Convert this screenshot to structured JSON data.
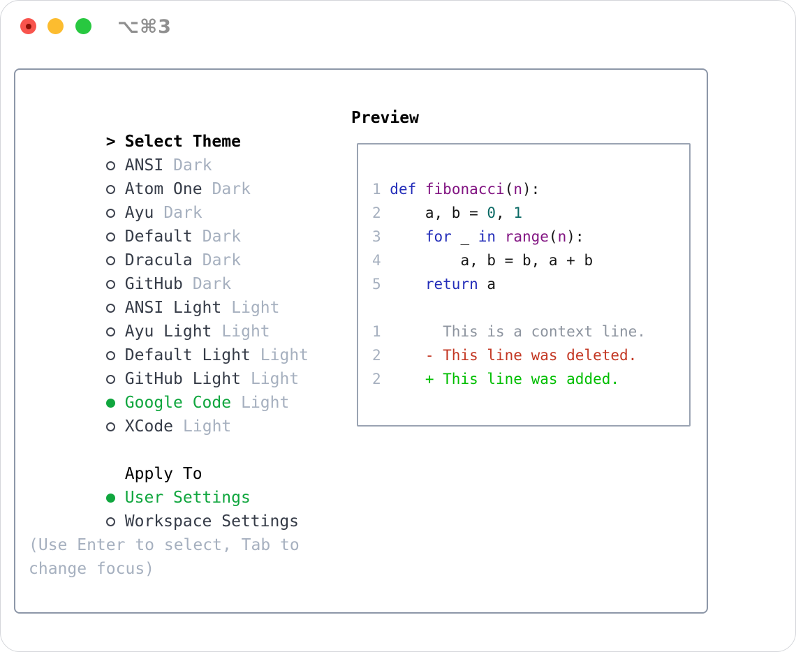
{
  "window": {
    "title": "⌥⌘3"
  },
  "colors": {
    "selection_green": "#10a63e",
    "added_green": "#00be00",
    "deleted_red": "#c33723",
    "keyword_blue": "#232db9",
    "function_purple": "#821482",
    "literal_teal": "#0a6964",
    "muted_gray": "#a6b0bf",
    "panel_border": "#8d97a8",
    "traffic_red": "#f8544d",
    "traffic_yellow": "#fcbc2f",
    "traffic_green": "#28c840"
  },
  "left_panel": {
    "header": {
      "marker": ">",
      "label": "Select Theme"
    },
    "themes": [
      {
        "name": "ANSI",
        "variant": "Dark",
        "selected": false
      },
      {
        "name": "Atom One",
        "variant": "Dark",
        "selected": false
      },
      {
        "name": "Ayu",
        "variant": "Dark",
        "selected": false
      },
      {
        "name": "Default",
        "variant": "Dark",
        "selected": false
      },
      {
        "name": "Dracula",
        "variant": "Dark",
        "selected": false
      },
      {
        "name": "GitHub",
        "variant": "Dark",
        "selected": false
      },
      {
        "name": "ANSI Light",
        "variant": "Light",
        "selected": false
      },
      {
        "name": "Ayu Light",
        "variant": "Light",
        "selected": false
      },
      {
        "name": "Default Light",
        "variant": "Light",
        "selected": false
      },
      {
        "name": "GitHub Light",
        "variant": "Light",
        "selected": false
      },
      {
        "name": "Google Code",
        "variant": "Light",
        "selected": true
      },
      {
        "name": "XCode",
        "variant": "Light",
        "selected": false
      }
    ],
    "apply_to": {
      "label": "Apply To",
      "options": [
        {
          "label": "User Settings",
          "selected": true
        },
        {
          "label": "Workspace Settings",
          "selected": false
        }
      ]
    },
    "help_text": "(Use Enter to select, Tab to change focus)"
  },
  "preview": {
    "label": "Preview",
    "code_lines": [
      [
        {
          "t": "1 ",
          "c": "num"
        },
        {
          "t": "def",
          "c": "kw"
        },
        {
          "t": " ",
          "c": "pl"
        },
        {
          "t": "fibonacci",
          "c": "fn"
        },
        {
          "t": "(",
          "c": "pl"
        },
        {
          "t": "n",
          "c": "fn"
        },
        {
          "t": "):",
          "c": "pl"
        }
      ],
      [
        {
          "t": "2 ",
          "c": "num"
        },
        {
          "t": "    a, b = ",
          "c": "pl"
        },
        {
          "t": "0",
          "c": "lit"
        },
        {
          "t": ", ",
          "c": "pl"
        },
        {
          "t": "1",
          "c": "lit"
        }
      ],
      [
        {
          "t": "3 ",
          "c": "num"
        },
        {
          "t": "    ",
          "c": "pl"
        },
        {
          "t": "for",
          "c": "kw"
        },
        {
          "t": " _ ",
          "c": "pl"
        },
        {
          "t": "in",
          "c": "kw"
        },
        {
          "t": " ",
          "c": "pl"
        },
        {
          "t": "range",
          "c": "fn"
        },
        {
          "t": "(",
          "c": "pl"
        },
        {
          "t": "n",
          "c": "fn"
        },
        {
          "t": "):",
          "c": "pl"
        }
      ],
      [
        {
          "t": "4 ",
          "c": "num"
        },
        {
          "t": "        a, b = b, a + b",
          "c": "pl"
        }
      ],
      [
        {
          "t": "5 ",
          "c": "num"
        },
        {
          "t": "    ",
          "c": "pl"
        },
        {
          "t": "return",
          "c": "kw"
        },
        {
          "t": " a",
          "c": "pl"
        }
      ],
      [],
      [
        {
          "t": "1",
          "c": "num"
        },
        {
          "t": "       This is a context line.",
          "c": "ctx"
        }
      ],
      [
        {
          "t": "2",
          "c": "num"
        },
        {
          "t": "     - This line was deleted.",
          "c": "del"
        }
      ],
      [
        {
          "t": "2",
          "c": "num"
        },
        {
          "t": "     + This line was added.",
          "c": "add"
        }
      ]
    ]
  }
}
